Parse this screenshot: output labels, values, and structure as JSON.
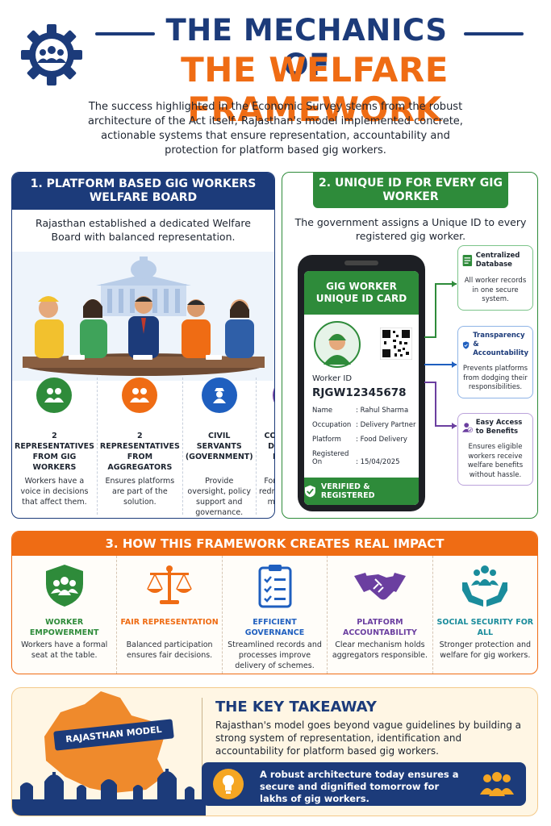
{
  "header": {
    "title_line1": "THE MECHANICS OF",
    "title_line2": "THE WELFARE FRAMEWORK",
    "intro": "The success highlighted in the Economic Survey stems from the robust architecture of the Act itself, Rajasthan's model implemented concrete, actionable systems that ensure representation, accountability and protection for platform based gig workers."
  },
  "section1": {
    "title": "1. PLATFORM BASED GIG WORKERS WELFARE BOARD",
    "subtitle": "Rajasthan established a dedicated Welfare Board with balanced representation.",
    "columns": [
      {
        "title": "2 REPRESENTATIVES FROM GIG WORKERS",
        "text": "Workers have a voice in decisions that affect them.",
        "color": "#2e8b3a",
        "icon": "people-icon"
      },
      {
        "title": "2 REPRESENTATIVES FROM AGGREGATORS",
        "text": "Ensures platforms are part of the solution.",
        "color": "#ef6c14",
        "icon": "people-icon"
      },
      {
        "title": "CIVIL SERVANTS (GOVERNMENT)",
        "text": "Provide oversight, policy support and governance.",
        "color": "#1f5fbf",
        "icon": "officer-icon"
      },
      {
        "title": "COLLECTIVE DECISION-MAKING",
        "text": "For grievance redressal, policy making and welfare implementation.",
        "color": "#6b3fa0",
        "icon": "group-icon"
      }
    ]
  },
  "section2": {
    "title": "2. UNIQUE ID FOR EVERY GIG WORKER",
    "subtitle": "The government assigns a Unique ID to every registered gig worker.",
    "card": {
      "header": "GIG WORKER UNIQUE ID CARD",
      "id_label": "Worker ID",
      "id_value": "RJGW12345678",
      "fields": [
        {
          "key": "Name",
          "value": ": Rahul Sharma"
        },
        {
          "key": "Occupation",
          "value": ": Delivery Partner"
        },
        {
          "key": "Platform",
          "value": ": Food Delivery"
        },
        {
          "key": "Registered On",
          "value": ": 15/04/2025"
        }
      ],
      "verified": "VERIFIED & REGISTERED"
    },
    "features": [
      {
        "title": "Centralized Database",
        "text": "All worker records in one secure system.",
        "color": "#2e8b3a"
      },
      {
        "title": "Transparency & Accountability",
        "text": "Prevents platforms from dodging their responsibilities.",
        "color": "#1f5fbf"
      },
      {
        "title": "Easy Access to Benefits",
        "text": "Ensures eligible workers receive welfare benefits without hassle.",
        "color": "#6b3fa0"
      }
    ]
  },
  "section3": {
    "title": "3. HOW THIS FRAMEWORK CREATES REAL IMPACT",
    "items": [
      {
        "title": "WORKER EMPOWERMENT",
        "text": "Workers have a formal seat at the table.",
        "color": "#2e8b3a"
      },
      {
        "title": "FAIR REPRESENTATION",
        "text": "Balanced participation ensures fair decisions.",
        "color": "#ef6c14"
      },
      {
        "title": "EFFICIENT GOVERNANCE",
        "text": "Streamlined records and processes improve delivery of schemes.",
        "color": "#1f5fbf"
      },
      {
        "title": "PLATFORM ACCOUNTABILITY",
        "text": "Clear mechanism holds aggregators responsible.",
        "color": "#6b3fa0"
      },
      {
        "title": "SOCIAL SECURITY FOR ALL",
        "text": "Stronger protection and welfare for gig workers.",
        "color": "#1a8c9c"
      }
    ]
  },
  "section4": {
    "badge": "RAJASTHAN MODEL",
    "title": "THE KEY TAKEAWAY",
    "text": "Rajasthan's model goes beyond vague guidelines by building a strong system of representation, identification and accountability for platform based gig workers.",
    "callout": "A robust architecture today ensures a secure and dignified tomorrow for lakhs of gig workers."
  }
}
